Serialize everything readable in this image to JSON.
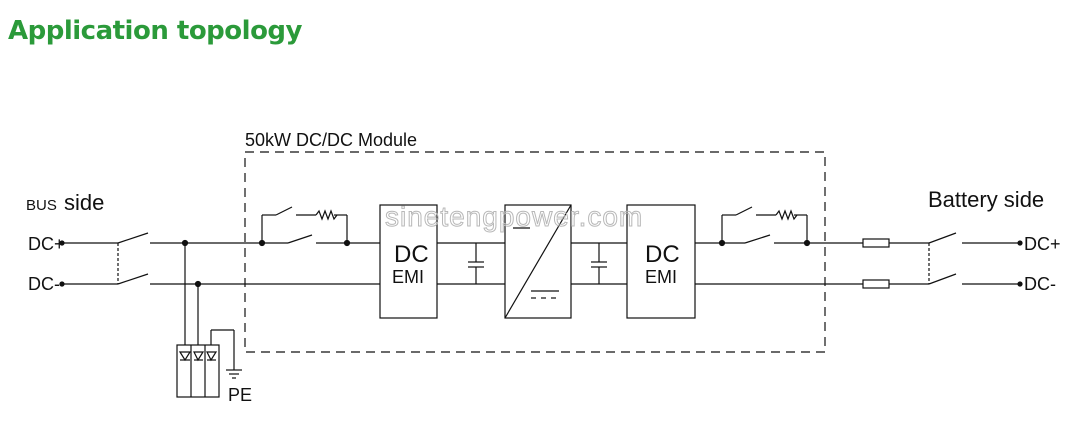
{
  "title": "Application topology",
  "module_label": "50kW DC/DC Module",
  "bus_side": {
    "small": "BUS",
    "big": "side"
  },
  "battery_side": "Battery side",
  "terminals": {
    "bus_pos": "DC+",
    "bus_neg": "DC-",
    "bat_pos": "DC+",
    "bat_neg": "DC-"
  },
  "emi_left": {
    "line1": "DC",
    "line2": "EMI"
  },
  "emi_right": {
    "line1": "DC",
    "line2": "EMI"
  },
  "ground_label": "PE",
  "watermark": "sinetengpower.com",
  "colors": {
    "title": "#2b9a3a",
    "line": "#111111",
    "watermark": "#b8b8b8"
  }
}
